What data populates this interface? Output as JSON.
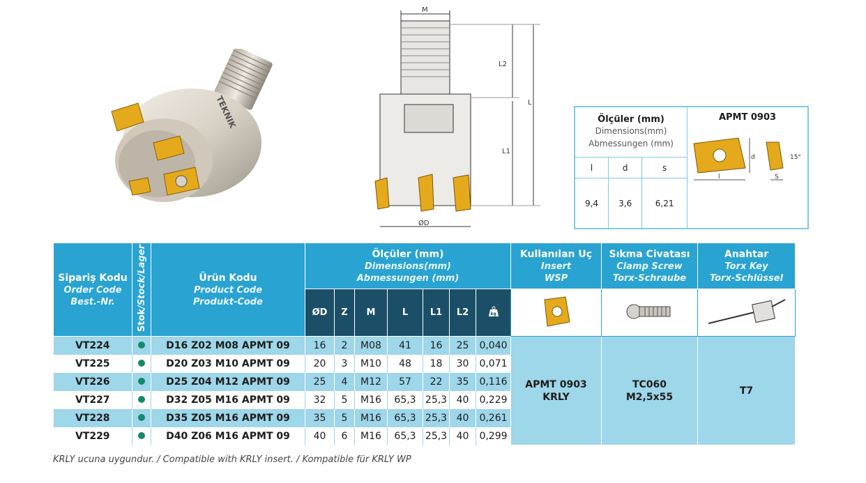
{
  "insert_dims": {
    "title": "Ölçüler (mm)",
    "sub1": "Dimensions(mm)",
    "sub2": "Abmessungen (mm)",
    "insert_title": "APMT 0903",
    "cols": [
      "l",
      "d",
      "s"
    ],
    "values": [
      "9,4",
      "3,6",
      "6,21"
    ],
    "drawing_labels": {
      "d": "d",
      "l": "l",
      "s": "S",
      "angle": "15°"
    }
  },
  "drawing_labels": {
    "M": "M",
    "L2": "L2",
    "L1": "L1",
    "L": "L",
    "D": "ØD"
  },
  "logo_text": "TEKNIK",
  "table": {
    "order_code": {
      "t1": "Sipariş Kodu",
      "t2": "Order Code",
      "t3": "Best.-Nr."
    },
    "stock": {
      "t1": "Stok",
      "t2": "/Stock/Lager"
    },
    "product_code": {
      "t1": "Ürün Kodu",
      "t2": "Product Code",
      "t3": "Produkt-Code"
    },
    "dimensions": {
      "t1": "Ölçüler (mm)",
      "t2": "Dimensions(mm)",
      "t3": "Abmessungen (mm)"
    },
    "insert": {
      "t1": "Kullanılan Uç",
      "t2": "Insert",
      "t3": "WSP"
    },
    "screw": {
      "t1": "Sıkma Civatası",
      "t2": "Clamp Screw",
      "t3": "Torx-Schraube"
    },
    "key": {
      "t1": "Anahtar",
      "t2": "Torx Key",
      "t3": "Torx-Schlüssel"
    },
    "dim_cols": [
      "ØD",
      "Z",
      "M",
      "L",
      "L1",
      "L2"
    ],
    "weight_icon": "kg",
    "rows": [
      {
        "order": "VT224",
        "product": "D16 Z02 M08 APMT 09",
        "D": "16",
        "Z": "2",
        "M": "M08",
        "L": "41",
        "L1": "16",
        "L2": "25",
        "kg": "0,040"
      },
      {
        "order": "VT225",
        "product": "D20 Z03 M10 APMT 09",
        "D": "20",
        "Z": "3",
        "M": "M10",
        "L": "48",
        "L1": "18",
        "L2": "30",
        "kg": "0,071"
      },
      {
        "order": "VT226",
        "product": "D25 Z04 M12 APMT 09",
        "D": "25",
        "Z": "4",
        "M": "M12",
        "L": "57",
        "L1": "22",
        "L2": "35",
        "kg": "0,116"
      },
      {
        "order": "VT227",
        "product": "D32 Z05 M16 APMT 09",
        "D": "32",
        "Z": "5",
        "M": "M16",
        "L": "65,3",
        "L1": "25,3",
        "L2": "40",
        "kg": "0,229"
      },
      {
        "order": "VT228",
        "product": "D35 Z05 M16 APMT 09",
        "D": "35",
        "Z": "5",
        "M": "M16",
        "L": "65,3",
        "L1": "25,3",
        "L2": "40",
        "kg": "0,261"
      },
      {
        "order": "VT229",
        "product": "D40 Z06 M16 APMT 09",
        "D": "40",
        "Z": "6",
        "M": "M16",
        "L": "65,3",
        "L1": "25,3",
        "L2": "40",
        "kg": "0,299"
      }
    ],
    "insert_value": {
      "line1": "APMT 0903",
      "line2": "KRLY"
    },
    "screw_value": {
      "line1": "TC060",
      "line2": "M2,5x55"
    },
    "key_value": "T7"
  },
  "footnote": "KRLY ucuna uygundur. / Compatible with KRLY insert. / Kompatible für KRLY  WP",
  "colors": {
    "header": "#29a3d1",
    "subheader": "#1b4f67",
    "row_blue": "#9ed6ea",
    "stock_dot": "#138a6a",
    "insert_gold": "#e5a91c"
  }
}
